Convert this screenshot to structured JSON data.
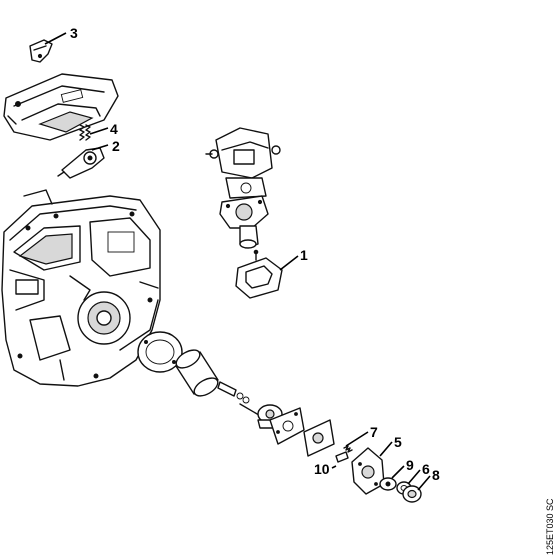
{
  "callouts": {
    "c1": "1",
    "c2": "2",
    "c3": "3",
    "c4": "4",
    "c5": "5",
    "c6": "6",
    "c7": "7",
    "c8": "8",
    "c9": "9",
    "c10": "10"
  },
  "drawing_code": "125ET030 SC"
}
